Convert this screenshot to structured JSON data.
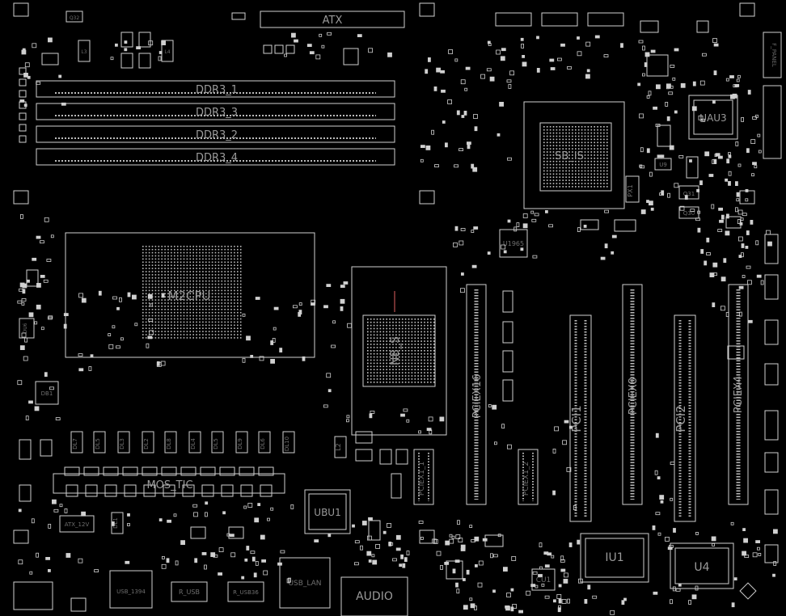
{
  "labels": {
    "atx": "ATX",
    "ddr": [
      "DDR3_1",
      "DDR3_3",
      "DDR3_2",
      "DDR3_4"
    ],
    "m2cpu": "M2CPU",
    "nbs": "NB_S",
    "sb": "SB_IS",
    "pciex16": "PCIEX16",
    "pciex8": "PCIEX8",
    "pciex4": "PCIEX4",
    "pci1": "PCI1",
    "pci2": "PCI2",
    "pciex1_1": "PCIEX1_1",
    "pciex1_2": "PCIEX1_2",
    "uau3": "UAU3",
    "iu1": "IU1",
    "u4": "U4",
    "ubu1": "UBU1",
    "cu1": "CU1",
    "u1965": "U1965",
    "audio": "AUDIO",
    "usb_lan": "USB_LAN",
    "usb_1394": "USB_1394",
    "r_usb": "R_USB",
    "r_usb36": "R_USB36",
    "atx_12v": "ATX_12V",
    "f_panel": "F_PANEL",
    "mos_text": "MOS_TIC",
    "q32": "Q32",
    "q31": "Q31",
    "q30": "Q30",
    "px1": "PX1",
    "u9": "U9",
    "l2": "L2",
    "l3": "L3",
    "l4": "L4",
    "dl1": "DL1",
    "du6": "DU6",
    "db1": "DB1",
    "dlv": [
      "DL7",
      "DL5",
      "DL3",
      "DL2",
      "DL8",
      "DL4",
      "DL5",
      "DL9",
      "DL6",
      "DL10"
    ]
  }
}
